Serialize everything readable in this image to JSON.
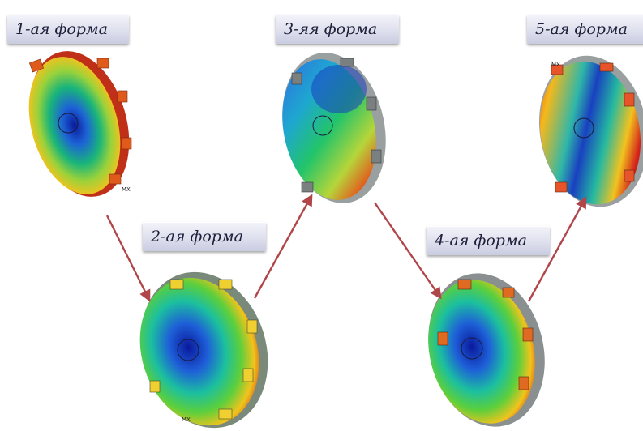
{
  "modes": [
    {
      "label": "1-ая форма"
    },
    {
      "label": "2-ая форма"
    },
    {
      "label": "3-яя форма"
    },
    {
      "label": "4-ая форма"
    },
    {
      "label": "5-ая форма"
    }
  ],
  "marker_text": "MX",
  "colors": {
    "arrow": "#b0454a",
    "label_text": "#1f1f3a",
    "contour_low": "#0a1a9c",
    "contour_high": "#d2211a"
  }
}
